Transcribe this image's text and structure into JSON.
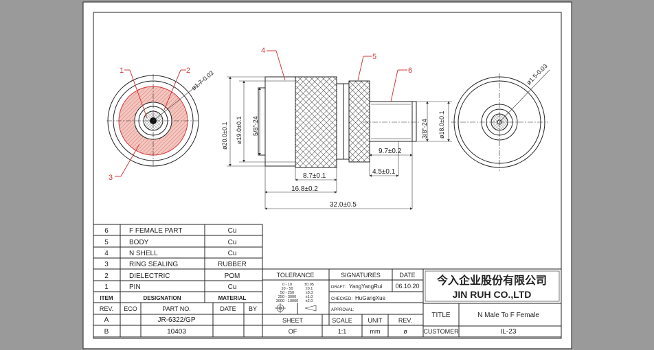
{
  "callouts": {
    "c1": "1",
    "c2": "2",
    "c3": "3",
    "c4": "4",
    "c5": "5",
    "c6": "6"
  },
  "dims": {
    "d_pin": "ø1.7-0.03",
    "d_pin_right": "ø1.5-0.03",
    "d_outer": "ø20.0±0.1",
    "d_body": "ø19.0±0.1",
    "thread_n": "5/8\"-24",
    "thread_f": "3/8\"-24",
    "d_f": "ø18.0±0.1",
    "len_f": "9.7±0.2",
    "len_shell": "8.7±0.1",
    "len_body": "4.5±0.1",
    "len_mid": "16.8±0.2",
    "len_total": "32.0±0.5"
  },
  "bom": {
    "rows": [
      {
        "item": "6",
        "designation": "F FEMALE PART",
        "material": "Cu"
      },
      {
        "item": "5",
        "designation": "BODY",
        "material": "Cu"
      },
      {
        "item": "4",
        "designation": "N SHELL",
        "material": "Cu"
      },
      {
        "item": "3",
        "designation": "RING SEALING",
        "material": "RUBBER"
      },
      {
        "item": "2",
        "designation": "DIELECTRIC",
        "material": "POM"
      },
      {
        "item": "1",
        "designation": "PIN",
        "material": "Cu"
      }
    ],
    "h_item": "ITEM",
    "h_designation": "DESIGNATION",
    "h_material": "MATERIAL"
  },
  "rev": {
    "h_rev": "REV.",
    "h_eco": "ECO",
    "h_part": "PART NO.",
    "h_date": "DATE",
    "h_by": "BY",
    "rows": [
      {
        "rev": "A",
        "eco": "",
        "part": "JR-6322/GP",
        "date": "",
        "by": ""
      },
      {
        "rev": "B",
        "eco": "",
        "part": "10403",
        "date": "",
        "by": ""
      }
    ]
  },
  "tolerance": {
    "title": "TOLERANCE",
    "ranges": [
      "0 - 10",
      "10 - 50",
      "50 - 250",
      "250 - 3000",
      "3000 - 10000"
    ],
    "values": [
      "±0.05",
      "±0.1",
      "±0.3",
      "±1.0",
      "±2.0"
    ]
  },
  "signatures": {
    "title": "SIGNATURES",
    "date_h": "DATE",
    "draft_label": "DRAFT:",
    "draft_name": "YangYangRui",
    "draft_date": "06.10.20",
    "checked_label": "CHECKED:",
    "checked_name": "HuGangXue",
    "approval_label": "APPROVAL:"
  },
  "footer": {
    "sheet_h": "SHEET",
    "sheet_v": "OF",
    "scale_h": "SCALE",
    "scale_v": "1:1",
    "unit_h": "UNIT",
    "unit_v": "mm",
    "rev_h": "REV.",
    "rev_v": "ø"
  },
  "company": {
    "cn": "今入企业股份有限公司",
    "en": "JIN RUH CO.,LTD"
  },
  "title_block": {
    "title_label": "TITLE",
    "title_value": "N Male To F Female",
    "customer_label": "CUSTOMER",
    "customer_value": "IL-23"
  },
  "colors": {
    "background": "#9a9a9a",
    "paper": "#ffffff",
    "accent": "#d23a3a"
  }
}
